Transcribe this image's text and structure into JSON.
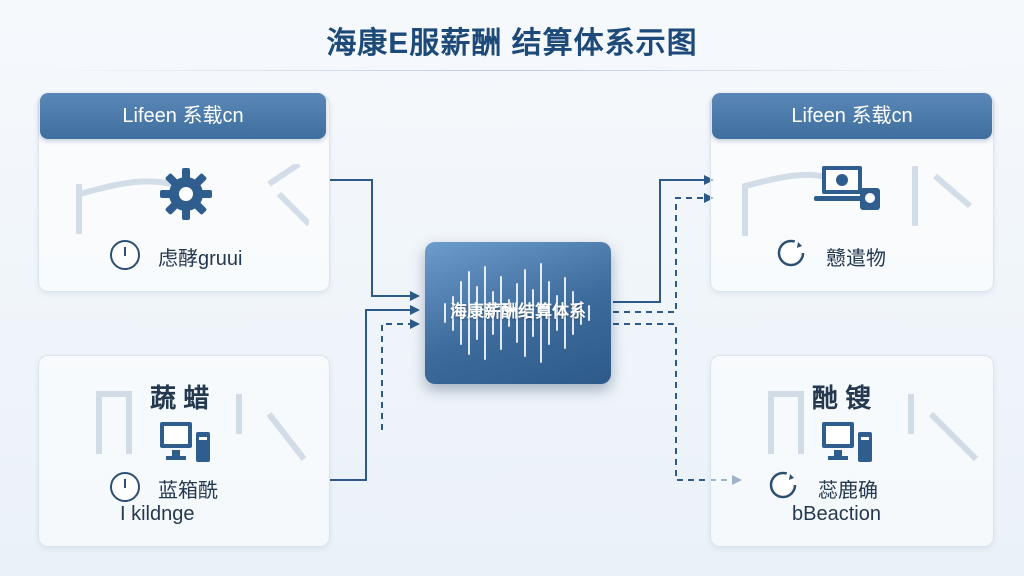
{
  "title": "海康E服薪酬 结算体系示图",
  "center": {
    "label": "海康薪酬结算体系"
  },
  "panels": {
    "top_left": {
      "header": "Lifeen 系载cn",
      "row_label": "虑酵gruui"
    },
    "bottom_left": {
      "heading": "蔬 蜡",
      "row_label": "蓝箱酰",
      "sub_label": "I kildnge"
    },
    "top_right": {
      "header": "Lifeen 系载cn",
      "row_label": "戆遣物"
    },
    "bottom_right": {
      "heading": "酏 锼",
      "row_label": "蕊鹿确",
      "sub_label": "bBeaction"
    }
  },
  "colors": {
    "primary": "#3f6f9f",
    "accent": "#2d5a88",
    "connector": "#2d5a88"
  },
  "icons": [
    "gear-icon",
    "clock-icon",
    "monitor-icon",
    "laptop-icon",
    "refresh-icon"
  ]
}
